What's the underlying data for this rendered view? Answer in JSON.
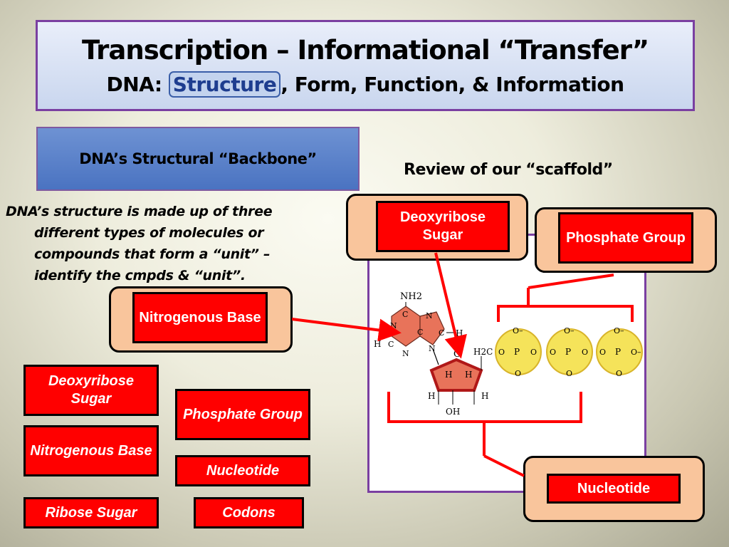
{
  "slide": {
    "title_main": "Transcription – Informational “Transfer”",
    "title_sub_prefix": "DNA: ",
    "title_sub_highlight": "Structure",
    "title_sub_suffix": ", Form, Function, & Information",
    "section_label": "DNA’s Structural “Backbone”",
    "review_heading": "Review of our “scaffold”",
    "prompt": "DNA’s structure is made up of three different types of molecules or compounds that form a “unit” – identify the cmpds & “unit”."
  },
  "callouts": {
    "sugar": "Deoxyribose Sugar",
    "phosphate": "Phosphate Group",
    "base": "Nitrogenous Base",
    "nucleotide": "Nucleotide"
  },
  "options": [
    "Deoxyribose Sugar",
    "Phosphate Group",
    "Nitrogenous Base",
    "Nucleotide",
    "Ribose Sugar",
    "Codons"
  ],
  "molecule": {
    "nh2": "NH2",
    "n_atom": "N",
    "c_atom": "C",
    "h_atom": "H",
    "o_atom": "O",
    "oh": "OH",
    "h2c": "H2C",
    "p_atom": "P",
    "o_minus": "O–"
  },
  "colors": {
    "accent_red": "#ff0000",
    "callout_fill": "#f9c59c",
    "frame_purple": "#7a3fa1",
    "section_blue": "#4a73c1",
    "base_fill": "#e8735a",
    "phosphate_fill": "#f5e35a"
  }
}
